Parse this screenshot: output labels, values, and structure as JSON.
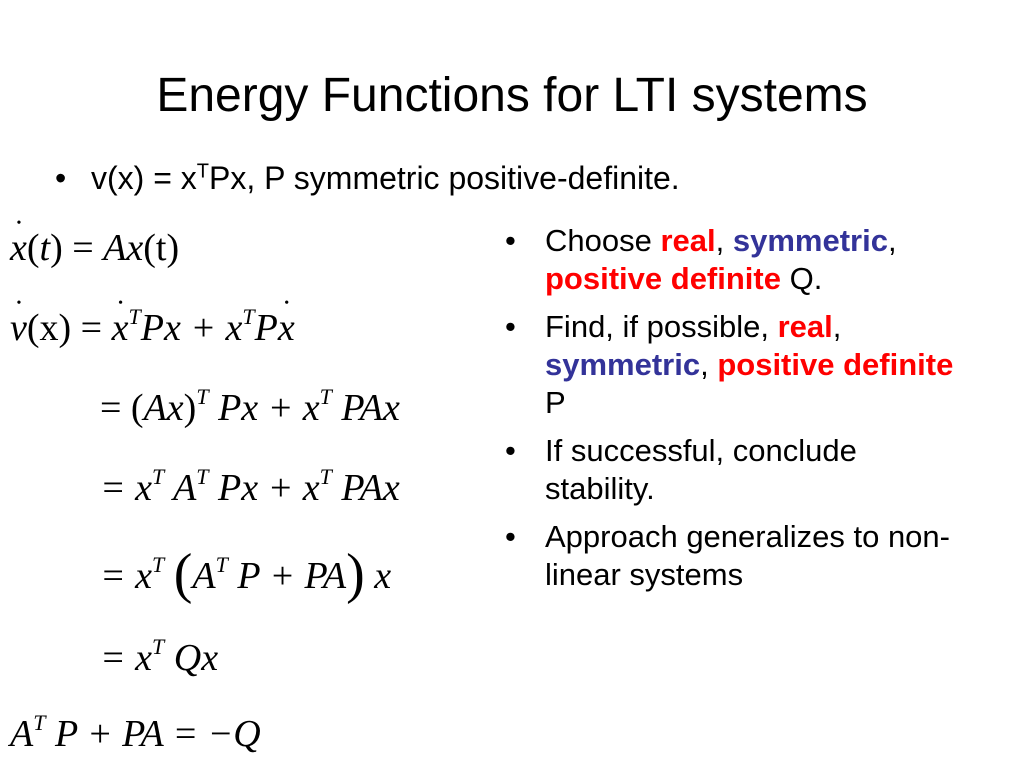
{
  "title": "Energy Functions for LTI systems",
  "top_bullet": {
    "bullet": "•",
    "prefix": "v(x) = x",
    "sup": "T",
    "suffix": "Px, P symmetric positive-definite."
  },
  "math": {
    "eq1": {
      "x": "x",
      "t_open": "(",
      "t": "t",
      "close_eq": ") = ",
      "A": "A",
      "x2": "x",
      "rest": "(t)"
    },
    "eq2": {
      "v": "v",
      "lhs_rest": "(x) = ",
      "xdot": "x",
      "T1": "T",
      "Px": "Px + x",
      "T2": "T",
      "P": "P",
      "xdot2": "x"
    },
    "eq3": {
      "eq": "= (",
      "Ax": "Ax",
      "cp": ")",
      "T1": "T",
      "Px": " Px + x",
      "T2": "T",
      "PAx": " PAx"
    },
    "eq4": {
      "eq": "= x",
      "T1": "T",
      "A": " A",
      "T2": "T",
      "Px": " Px + x",
      "T3": "T",
      "PAx": " PAx"
    },
    "eq5": {
      "eq": "= x",
      "T1": "T",
      "lp": "(",
      "A": "A",
      "T2": "T",
      "mid": " P + PA",
      "rp": ")",
      "x": " x"
    },
    "eq6": {
      "eq": "= x",
      "T1": "T",
      "Qx": " Qx"
    },
    "eq7": {
      "A": "A",
      "T": "T",
      "rest": " P + PA = −Q"
    }
  },
  "right_bullets": [
    {
      "bullet": "•",
      "parts": [
        {
          "text": "Choose ",
          "style": ""
        },
        {
          "text": "real",
          "style": "red"
        },
        {
          "text": ", ",
          "style": ""
        },
        {
          "text": "symmetric",
          "style": "blue"
        },
        {
          "text": ", ",
          "style": ""
        },
        {
          "text": "positive definite",
          "style": "red"
        },
        {
          "text": " Q.",
          "style": ""
        }
      ]
    },
    {
      "bullet": "•",
      "parts": [
        {
          "text": "Find, if possible, ",
          "style": ""
        },
        {
          "text": "real",
          "style": "red"
        },
        {
          "text": ", ",
          "style": ""
        },
        {
          "text": "symmetric",
          "style": "blue"
        },
        {
          "text": ", ",
          "style": ""
        },
        {
          "text": "positive definite",
          "style": "red"
        },
        {
          "text": " P",
          "style": ""
        }
      ]
    },
    {
      "bullet": "•",
      "parts": [
        {
          "text": "If successful, conclude stability.",
          "style": ""
        }
      ]
    },
    {
      "bullet": "•",
      "parts": [
        {
          "text": "Approach generalizes to non-linear systems",
          "style": ""
        }
      ]
    }
  ],
  "colors": {
    "red": "#ff0000",
    "blue": "#333399"
  }
}
